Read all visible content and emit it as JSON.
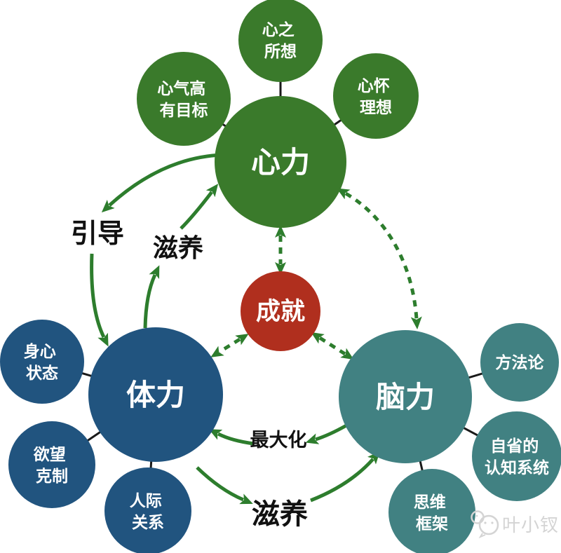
{
  "diagram_title": "",
  "nodes": {
    "xinli": {
      "label": "心力"
    },
    "tili": {
      "label": "体力"
    },
    "naoli": {
      "label": "脑力"
    },
    "chengjiu": {
      "label": "成就"
    },
    "xinzhisuoxiang": {
      "line1": "心之",
      "line2": "所想"
    },
    "xinqigao": {
      "line1": "心气高",
      "line2": "有目标"
    },
    "xinhuailixiang": {
      "line1": "心怀",
      "line2": "理想"
    },
    "shenxinzhuangtai": {
      "line1": "身心",
      "line2": "状态"
    },
    "yuwangkezhi": {
      "line1": "欲望",
      "line2": "克制"
    },
    "renjiguanxi": {
      "line1": "人际",
      "line2": "关系"
    },
    "fangfalun": {
      "label": "方法论"
    },
    "zixingrenzhixitong": {
      "line1": "自省的",
      "line2": "认知系统"
    },
    "siweikuangjia": {
      "line1": "思维",
      "line2": "框架"
    }
  },
  "edge_labels": {
    "yindao": "引导",
    "ziyang_upper": "滋养",
    "zuidahua": "最大化",
    "ziyang_lower": "滋养"
  },
  "watermark": {
    "name": "叶小钗"
  },
  "colors": {
    "heart_green": "#3A7A2B",
    "body_blue": "#21547F",
    "brain_teal": "#418182",
    "achievement_red": "#B02F1E",
    "arrow_green": "#2D7D2D",
    "connector_black": "#1a1a1a",
    "edge_label_black": "#111111",
    "watermark_gray": "#d4d4d4"
  }
}
